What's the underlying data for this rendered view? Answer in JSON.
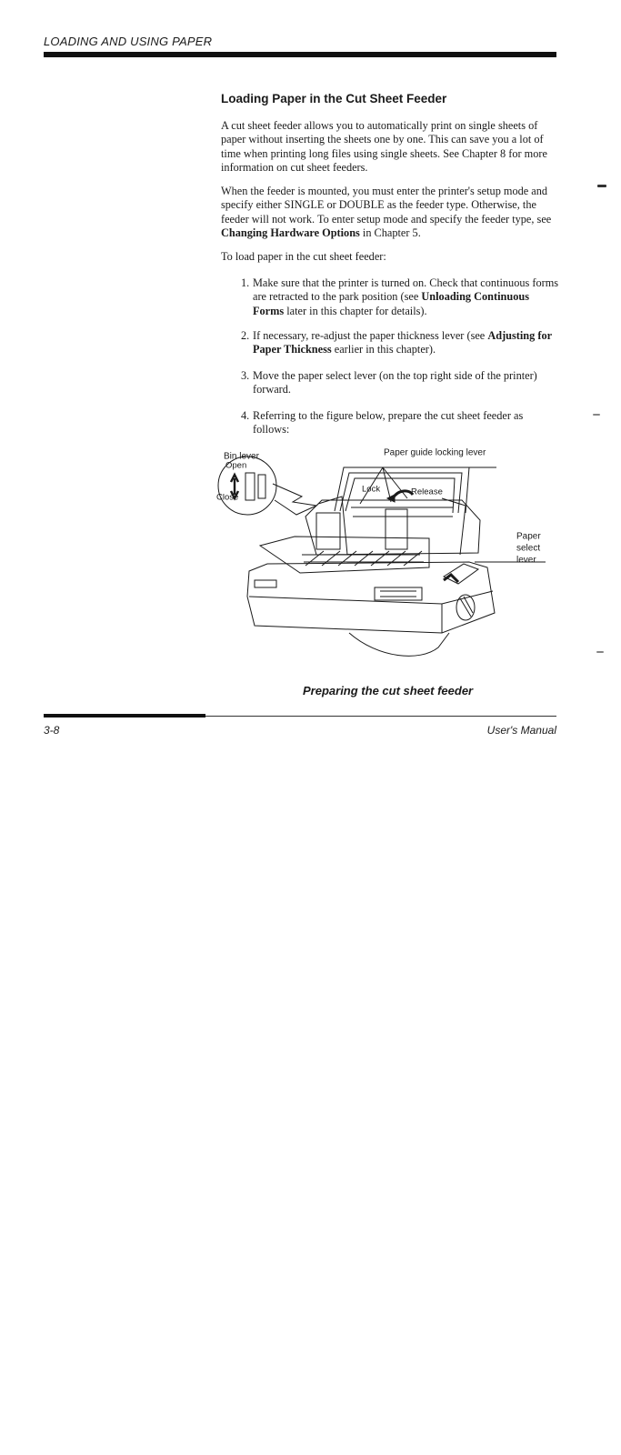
{
  "header": {
    "title": "LOADING AND USING PAPER"
  },
  "section": {
    "title": "Loading Paper in the Cut Sheet Feeder"
  },
  "paragraphs": {
    "p1": "A cut sheet feeder allows you to automatically print on single sheets of paper without inserting the sheets one by one. This can save you a lot of time when printing long files using single sheets. See Chapter 8 for more information on cut sheet feeders.",
    "p2_a": "When the feeder is mounted, you must enter the printer's setup mode and specify either SINGLE or DOUBLE as the feeder type. Otherwise, the feeder will not work. To enter setup mode and specify the feeder type, see ",
    "p2_bold": "Changing Hardware Options",
    "p2_b": " in Chapter 5.",
    "p3": "To load paper in the cut sheet feeder:"
  },
  "steps": [
    {
      "num": "1.",
      "a": "Make sure that the printer is turned on. Check that continuous forms are retracted to the park position (see ",
      "bold": "Unloading Continuous Forms",
      "b": " later in this chapter for details)."
    },
    {
      "num": "2.",
      "a": "If necessary, re-adjust the paper thickness lever (see ",
      "bold": "Adjusting for Paper Thickness",
      "b": " earlier in this chapter)."
    },
    {
      "num": "3.",
      "a": "Move the paper select lever (on the top right side of the printer) forward.",
      "bold": "",
      "b": ""
    },
    {
      "num": "4.",
      "a": "Referring to the figure below, prepare the cut sheet feeder as follows:",
      "bold": "",
      "b": ""
    }
  ],
  "figure": {
    "label_bin_lever": "Bin lever",
    "label_open": "Open",
    "label_close": "Close",
    "label_paper_guide": "Paper guide locking lever",
    "label_lock": "Lock",
    "label_release": "Release",
    "label_paper_select_1": "Paper",
    "label_paper_select_2": "select",
    "label_paper_select_3": "lever"
  },
  "caption": "Preparing the cut sheet feeder",
  "footer": {
    "page": "3-8",
    "manual": "User's Manual"
  }
}
